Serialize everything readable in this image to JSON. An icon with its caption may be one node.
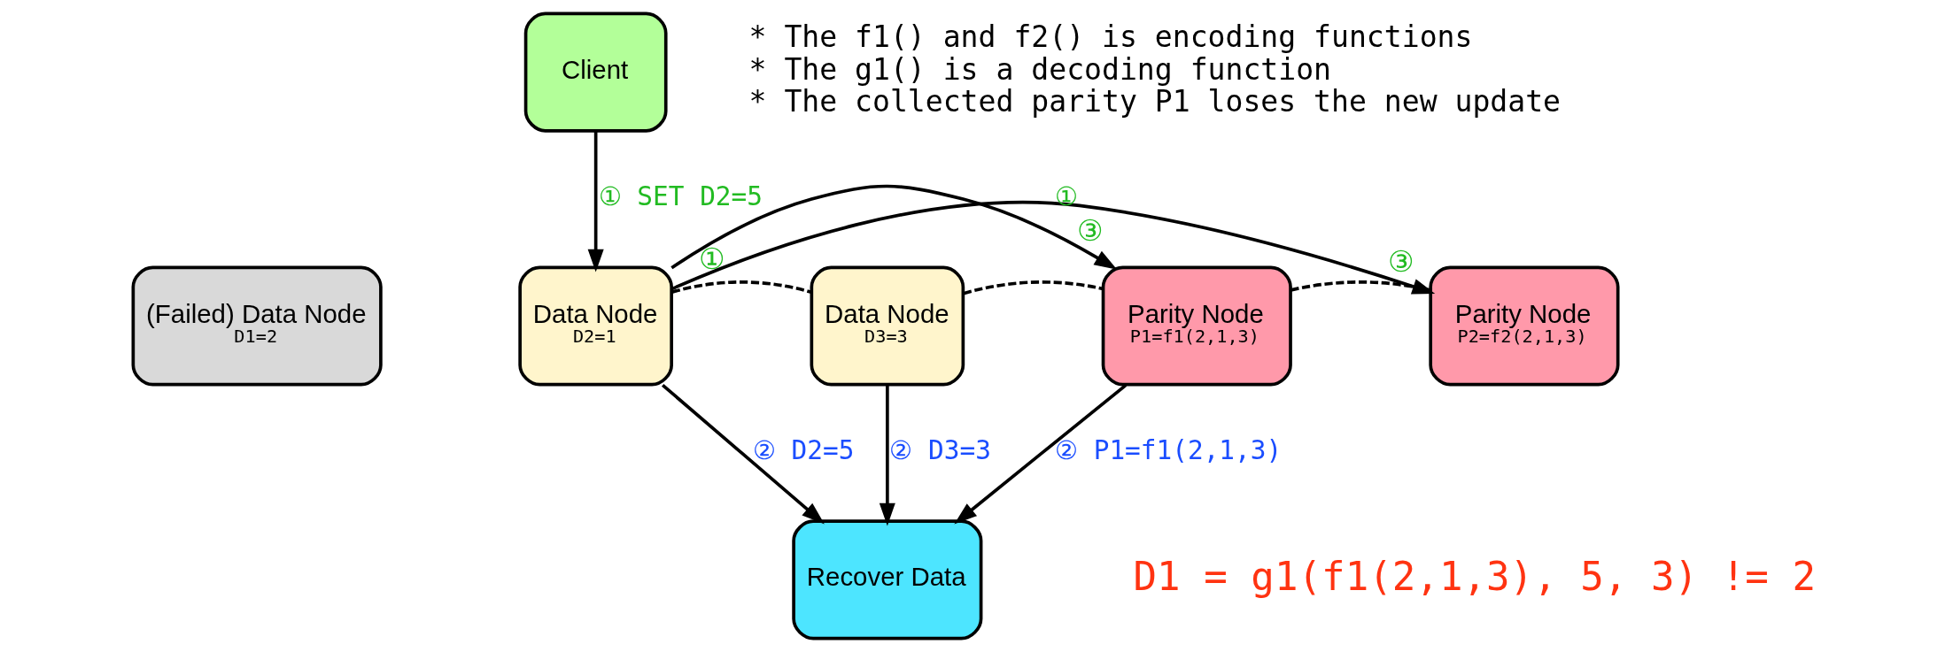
{
  "diagram": {
    "nodes": [
      {
        "text": [
          "Client"
        ]
      },
      {
        "text": [
          "(Failed) Data Node",
          "D1=2"
        ]
      },
      {
        "text": [
          "Data Node",
          "D2=1"
        ]
      },
      {
        "text": [
          "Data Node",
          "D3=3"
        ]
      },
      {
        "text": [
          "Parity Node",
          "P1=f1(2,1,3)"
        ]
      },
      {
        "text": [
          "Parity Node",
          "P2=f2(2,1,3)"
        ]
      },
      {
        "text": [
          "Recover Data"
        ]
      }
    ],
    "edges": [
      {
        "from": 0,
        "to": 2,
        "arrow": "to",
        "label": "① SET D2=5"
      },
      {
        "from": 2,
        "to": 5,
        "arrow": "to",
        "label": "①"
      },
      {
        "from": 2,
        "to": 4,
        "arrow": "to",
        "label": "①"
      },
      {
        "from": 2,
        "to": 3,
        "arrow": "none",
        "style": "dashed"
      },
      {
        "from": 3,
        "to": 4,
        "arrow": "none",
        "style": "dashed"
      },
      {
        "from": 4,
        "to": 5,
        "arrow": "none",
        "style": "dashed"
      },
      {
        "from": 2,
        "to": 6,
        "arrow": "to",
        "label": "② D2=5"
      },
      {
        "from": 3,
        "to": 6,
        "arrow": "to",
        "label": "② D3=3"
      },
      {
        "from": 4,
        "to": 6,
        "arrow": "to",
        "label": "② P1=f1(2,1,3)"
      }
    ],
    "labels": [
      "③",
      "③",
      "* The f1() and f2() is encoding functions",
      "* The g1() is a decoding function",
      "* The collected parity P1 loses the new update",
      "D1 = g1(f1(2,1,3), 5, 3) != 2"
    ]
  }
}
